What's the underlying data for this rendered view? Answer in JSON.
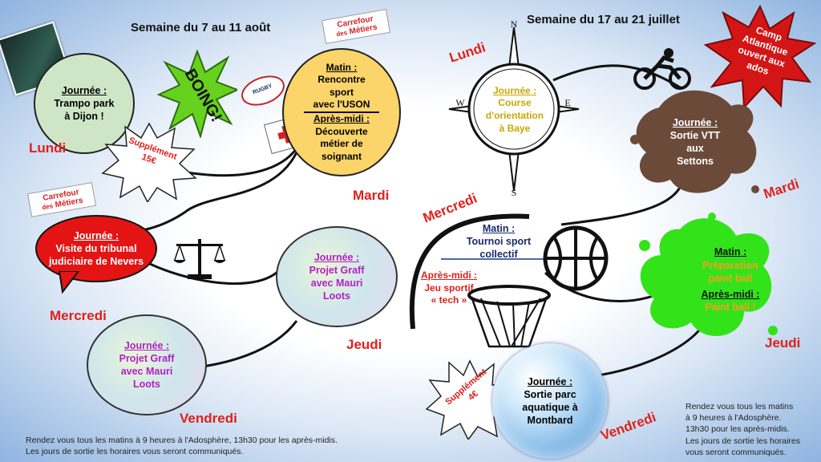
{
  "left_week": {
    "title": "Semaine du 7 au 11 août",
    "days": {
      "monday": "Lundi",
      "tuesday": "Mardi",
      "wednesday": "Mercredi",
      "thursday": "Jeudi",
      "friday": "Vendredi"
    },
    "monday_activity": {
      "heading": "Journée :",
      "line1": "Trampo park",
      "line2": "à Dijon !"
    },
    "boing_text": "BOING!",
    "supplement": {
      "line1": "Supplément",
      "line2": "15€"
    },
    "rugby_ball_text": "RUGBY",
    "carrefour_sign": {
      "line1": "Carrefour",
      "line2": "des",
      "line3": "Métiers"
    },
    "tuesday_activity": {
      "morning_heading": "Matin :",
      "morning_line1": "Rencontre",
      "morning_line2": "sport",
      "morning_line3": "avec l'USON",
      "afternoon_heading": "Après-midi :",
      "afternoon_line1": "Découverte",
      "afternoon_line2": "métier de",
      "afternoon_line3": "soignant"
    },
    "wednesday_activity": {
      "heading": "Journée :",
      "line1": "Visite du tribunal",
      "line2": "judiciaire de Nevers"
    },
    "thursday_activity": {
      "heading": "Journée :",
      "line1": "Projet Graff",
      "line2": "avec Mauri",
      "line3": "Loots"
    },
    "friday_activity": {
      "heading": "Journée :",
      "line1": "Projet Graff",
      "line2": "avec Mauri",
      "line3": "Loots"
    },
    "footer": {
      "line1": "Rendez vous tous les matins à 9 heures à l'Adosphère, 13h30 pour les après-midis.",
      "line2": "Les jours de sortie les horaires vous seront communiqués."
    }
  },
  "right_week": {
    "title": "Semaine du 17 au 21 juillet",
    "days": {
      "monday": "Lundi",
      "tuesday": "Mardi",
      "wednesday": "Mercredi",
      "thursday": "Jeudi",
      "friday": "Vendredi"
    },
    "camp_badge": {
      "line1": "Camp",
      "line2": "Atlantique",
      "line3": "ouvert aux",
      "line4": "ados"
    },
    "compass_letters": {
      "n": "N",
      "s": "S",
      "e": "E",
      "w": "W"
    },
    "monday_activity": {
      "heading": "Journée :",
      "line1": "Course",
      "line2": "d'orientation",
      "line3": "à Baye"
    },
    "tuesday_activity": {
      "heading": "Journée :",
      "line1": "Sortie VTT",
      "line2": "aux",
      "line3": "Settons"
    },
    "wednesday_activity": {
      "morning_heading": "Matin :",
      "morning_line1": "Tournoi sport",
      "morning_line2": "collectif",
      "afternoon_heading": "Après-midi :",
      "afternoon_line1": "Jeu sportif",
      "afternoon_line2": "« tech »"
    },
    "thursday_activity": {
      "morning_heading": "Matin :",
      "morning_line1": "Préparation",
      "morning_line2": "paint ball",
      "afternoon_heading": "Après-midi :",
      "afternoon_line1": "Paint ball !"
    },
    "friday_activity": {
      "heading": "Journée :",
      "line1": "Sortie parc",
      "line2": "aquatique à",
      "line3": "Montbard"
    },
    "supplement": {
      "line1": "Supplément",
      "line2": "4€"
    },
    "footer": {
      "line1": "Rendez vous tous les matins",
      "line2": "à 9 heures à l'Adosphère.",
      "line3": "13h30 pour les après-midis.",
      "line4": "Les jours de sortie les horaires",
      "line5": "vous seront communiqués."
    }
  },
  "colors": {
    "day_red": "#e0201a",
    "trampo_green": "#cfe6c6",
    "tuesday_yellow": "#fbd46a",
    "wednesday_red": "#e41414",
    "mud_brown": "#6b4a3a",
    "splat_green": "#33e31a",
    "heading_purple": "#b21fc6",
    "compass_text_gold": "#c8a800"
  }
}
